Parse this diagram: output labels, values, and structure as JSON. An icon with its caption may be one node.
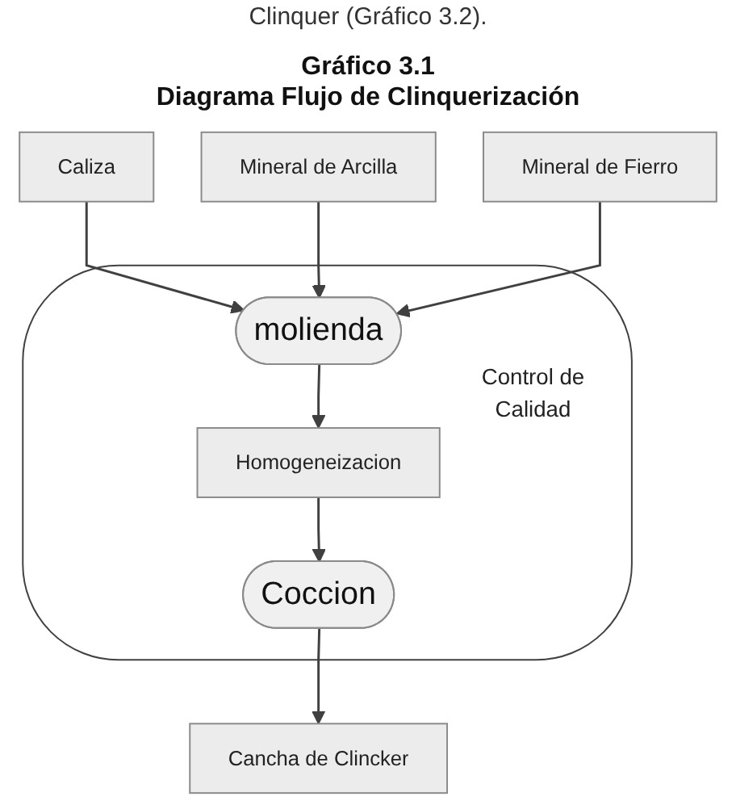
{
  "diagram": {
    "title": "Diagrama Flujo de Clinquerización",
    "nodes": [
      {
        "text": [
          "Caliza"
        ]
      },
      {
        "text": [
          "Mineral de Arcilla"
        ]
      },
      {
        "text": [
          "Mineral de Fierro"
        ]
      },
      {
        "text": [
          "Control de Calidad"
        ]
      },
      {
        "text": [
          "molienda"
        ],
        "in": 3
      },
      {
        "text": [
          "Homogeneizacion"
        ],
        "in": 3
      },
      {
        "text": [
          "Coccion"
        ],
        "in": 3
      },
      {
        "text": [
          "Cancha de Clincker"
        ]
      }
    ],
    "edges": [
      {
        "from": 0,
        "to": 4,
        "arrow": "to"
      },
      {
        "from": 1,
        "to": 4,
        "arrow": "to"
      },
      {
        "from": 2,
        "to": 4,
        "arrow": "to"
      },
      {
        "from": 4,
        "to": 5,
        "arrow": "to"
      },
      {
        "from": 5,
        "to": 6,
        "arrow": "to"
      },
      {
        "from": 6,
        "to": 7,
        "arrow": "to"
      }
    ],
    "labels": [
      "Clinquer (Gráfico 3.2).",
      "Gráfico 3.1"
    ]
  }
}
